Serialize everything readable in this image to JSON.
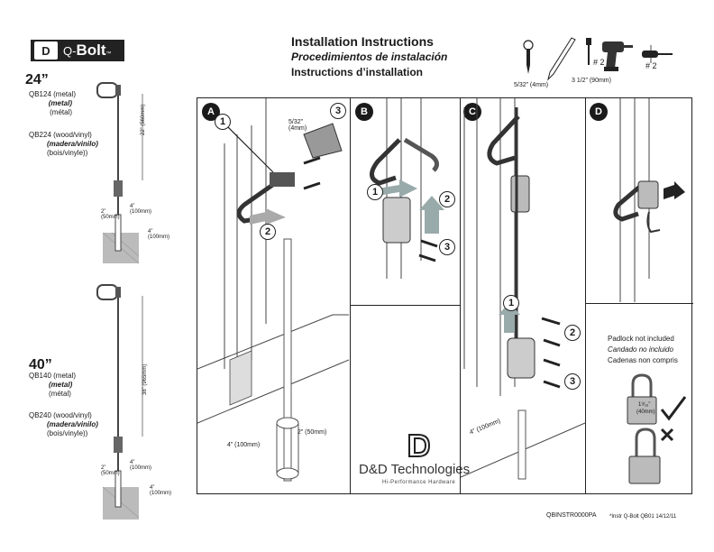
{
  "brand": {
    "logo_mark": "D",
    "product_prefix": "Q-",
    "product_name": "Bolt",
    "trademark": "™"
  },
  "titles": {
    "en": "Installation Instructions",
    "es": "Procedimientos de instalación",
    "fr": "Instructions d’installation"
  },
  "tools": {
    "drill_bit": "5/32” (4mm)",
    "driver_bit_label": "# 2",
    "drill_size": "3 1/2” (90mm)",
    "screwdriver_label": "# 2"
  },
  "models": {
    "m24": {
      "heading": "24”",
      "metal_code": "QB124 (metal)",
      "metal_es": "(metal)",
      "metal_fr": "(métal)",
      "vinyl_code": "QB224 (wood/vinyl)",
      "vinyl_es": "(madera/vinilo)",
      "vinyl_fr": "(bois/vinyle))",
      "dim_length": "22” (560mm)",
      "dim_a": "4”",
      "dim_a_mm": "(100mm)",
      "dim_b": "2”",
      "dim_b_mm": "(50mm)",
      "dim_c": "4”",
      "dim_c_mm": "(100mm)"
    },
    "m40": {
      "heading": "40”",
      "metal_code": "QB140 (metal)",
      "metal_es": "(metal)",
      "metal_fr": "(métal)",
      "vinyl_code": "QB240 (wood/vinyl)",
      "vinyl_es": "(madera/vinilo)",
      "vinyl_fr": "(bois/vinyle))",
      "dim_length": "38” (965mm)",
      "dim_a": "4”",
      "dim_a_mm": "(100mm)",
      "dim_b": "2”",
      "dim_b_mm": "(50mm)",
      "dim_c": "4”",
      "dim_c_mm": "(100mm)"
    }
  },
  "panels": {
    "a": {
      "letter": "A",
      "step1": "1",
      "step2": "2",
      "step3": "3",
      "drill_label": "5/32”",
      "drill_label_mm": "(4mm)",
      "depth_label": "4” (100mm)",
      "offset_label": "2” (50mm)"
    },
    "b": {
      "letter": "B",
      "step1": "1",
      "step2": "2",
      "step3": "3"
    },
    "c": {
      "letter": "C",
      "step1": "1",
      "step2": "2",
      "step3": "3",
      "depth_label": "4” (100mm)"
    },
    "d": {
      "letter": "D"
    }
  },
  "padlock": {
    "en": "Padlock not included",
    "es": "Candado no incluido",
    "fr": "Cadenas non compris",
    "shackle_size": "1⁹⁄₁₆”",
    "shackle_mm": "(40mm)"
  },
  "company": {
    "mark": "D",
    "name": "D&D Technologies",
    "tagline": "Hi-Performance Hardware"
  },
  "footer": {
    "doc_code": "QBINSTR0000PA",
    "instr_ref": "*Instr Q-Bolt QB01 14/12/11"
  }
}
